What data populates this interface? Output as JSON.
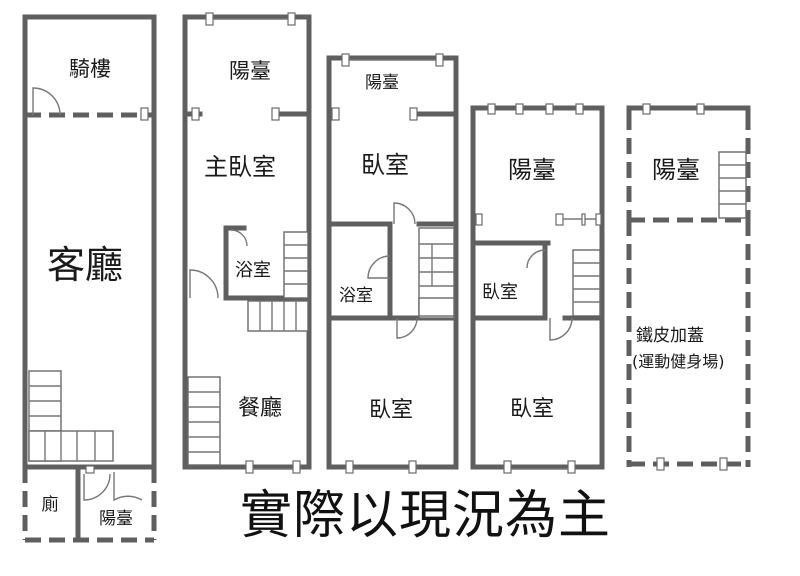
{
  "floors": [
    {
      "id": "floor-1",
      "rooms": {
        "arcade": "騎樓",
        "living_room": "客廳",
        "toilet": "廁",
        "balcony": "陽臺"
      }
    },
    {
      "id": "floor-2",
      "rooms": {
        "balcony": "陽臺",
        "master_bedroom": "主臥室",
        "bathroom": "浴室",
        "dining_room": "餐廳"
      }
    },
    {
      "id": "floor-3",
      "rooms": {
        "balcony": "陽臺",
        "bedroom_front": "臥室",
        "bathroom": "浴室",
        "bedroom_back": "臥室"
      }
    },
    {
      "id": "floor-4",
      "rooms": {
        "balcony": "陽臺",
        "bedroom_small": "臥室",
        "bedroom_back": "臥室"
      }
    },
    {
      "id": "rooftop",
      "rooms": {
        "balcony": "陽臺",
        "addition_line1": "鐵皮加蓋",
        "addition_line2": "(運動健身場)"
      }
    }
  ],
  "disclaimer": "實際以現況為主"
}
